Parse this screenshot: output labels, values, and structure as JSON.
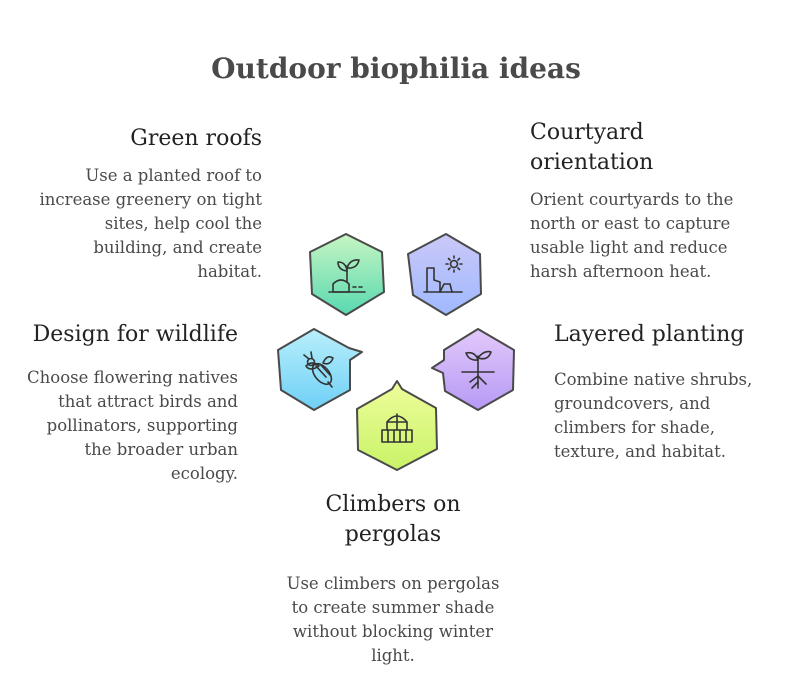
{
  "title": "Outdoor biophilia ideas",
  "ideas": [
    {
      "id": "green-roofs",
      "heading": "Green roofs",
      "text": "Use a planted roof to increase greenery on tight sites, help cool the building, and create habitat.",
      "icon": "sprout-on-building-icon",
      "gradient": [
        "#c7f5c3",
        "#58d9b0"
      ]
    },
    {
      "id": "courtyard-orientation",
      "heading": "Courtyard orientation",
      "text": "Orient courtyards to the north or east to capture usable light and reduce harsh afternoon heat.",
      "icon": "sun-over-canyon-icon",
      "gradient": [
        "#cbc8f8",
        "#9fb9ff"
      ]
    },
    {
      "id": "layered-planting",
      "heading": "Layered planting",
      "text": "Combine native shrubs, groundcovers, and climbers for shade, texture, and habitat.",
      "icon": "plant-with-roots-icon",
      "gradient": [
        "#e3c8fb",
        "#b69af5"
      ]
    },
    {
      "id": "climbers-on-pergolas",
      "heading": "Climbers on pergolas",
      "text": "Use climbers on pergolas to create summer shade without blocking winter light.",
      "icon": "pergola-icon",
      "gradient": [
        "#eefd9b",
        "#c9f368"
      ]
    },
    {
      "id": "design-for-wildlife",
      "heading": "Design for wildlife",
      "text": "Choose flowering natives that attract birds and pollinators, supporting the broader urban ecology.",
      "icon": "bee-icon",
      "gradient": [
        "#b8effb",
        "#6fd0f6"
      ]
    }
  ]
}
